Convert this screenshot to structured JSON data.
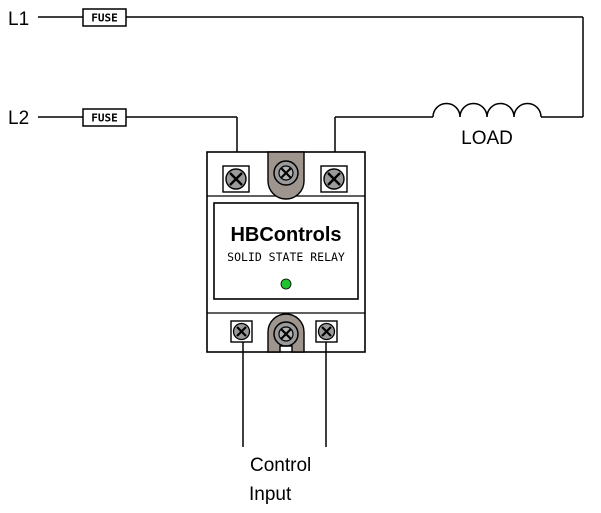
{
  "lines": {
    "l1": "L1",
    "l2": "L2"
  },
  "fuse": {
    "label": "FUSE"
  },
  "load": {
    "label": "LOAD"
  },
  "relay": {
    "brand": "HBControls",
    "subtitle": "SOLID STATE RELAY",
    "indicator_color": "#22c22e"
  },
  "control": {
    "line1": "Control",
    "line2": "Input"
  },
  "colors": {
    "wire": "#000000",
    "relay_body": "#ffffff",
    "terminal_fill": "#9a9a9a",
    "mount_fill": "#9e958e"
  }
}
